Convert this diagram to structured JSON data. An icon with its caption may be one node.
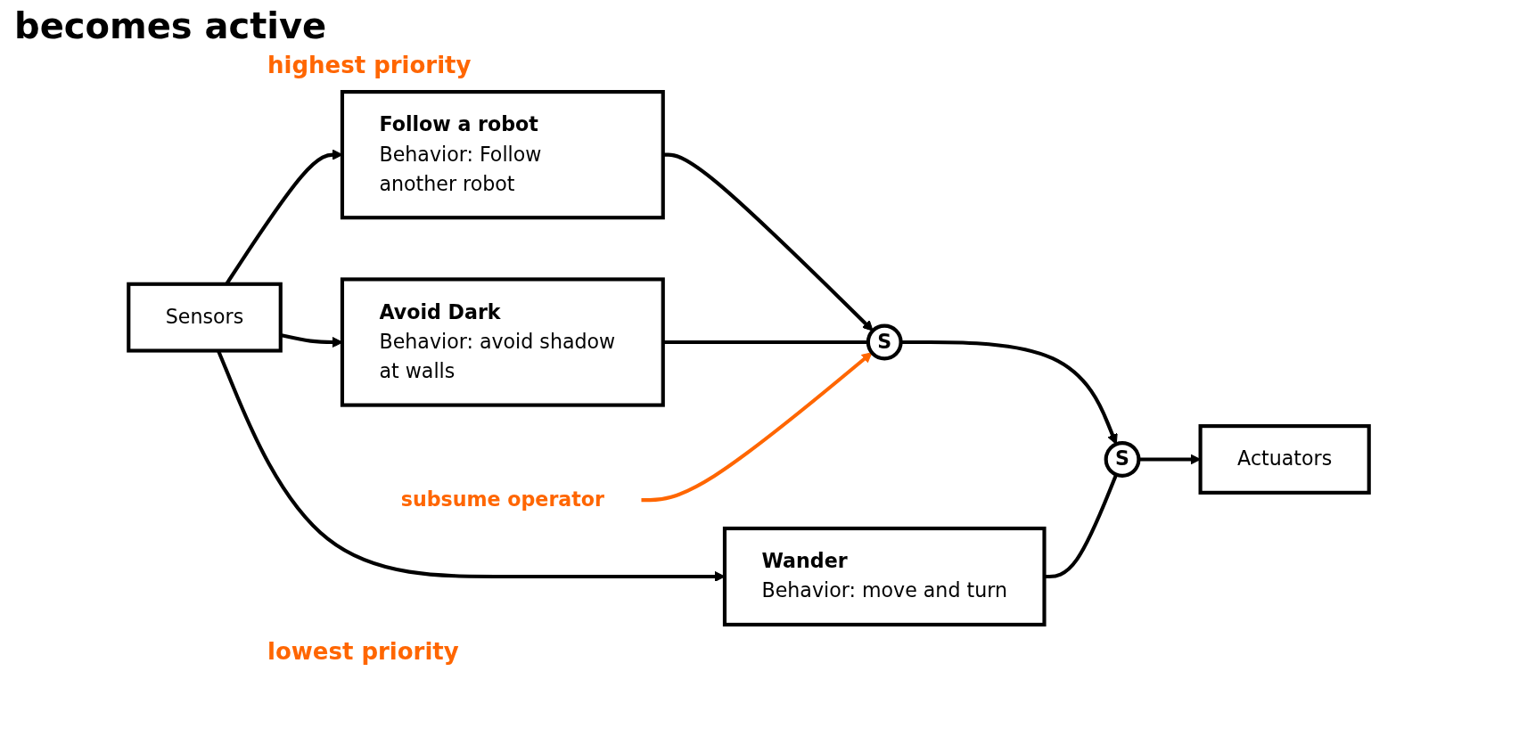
{
  "diagram": {
    "title": "becomes active",
    "nodes": [
      {
        "text": [
          "Sensors"
        ]
      },
      {
        "text": [
          "Follow a robot",
          "Behavior: Follow another robot"
        ]
      },
      {
        "text": [
          "Avoid Dark",
          "Behavior: avoid shadow at walls"
        ]
      },
      {
        "text": [
          "Wander",
          "Behavior: move and turn"
        ]
      },
      {
        "text": [
          "S"
        ]
      },
      {
        "text": [
          "S"
        ]
      },
      {
        "text": [
          "Actuators"
        ]
      },
      {
        "text": [
          "subsume operator"
        ]
      }
    ],
    "edges": [
      {
        "from": 0,
        "to": 1,
        "arrow": "to"
      },
      {
        "from": 0,
        "to": 2,
        "arrow": "to"
      },
      {
        "from": 0,
        "to": 3,
        "arrow": "to"
      },
      {
        "from": 1,
        "to": 4,
        "arrow": "to"
      },
      {
        "from": 2,
        "to": 4,
        "arrow": "none"
      },
      {
        "from": 4,
        "to": 5,
        "arrow": "to"
      },
      {
        "from": 3,
        "to": 5,
        "arrow": "none"
      },
      {
        "from": 5,
        "to": 6,
        "arrow": "to"
      },
      {
        "from": 7,
        "to": 4,
        "arrow": "to",
        "color": "#ff6600"
      }
    ],
    "labels": [
      "highest priority",
      "lowest priority"
    ]
  }
}
